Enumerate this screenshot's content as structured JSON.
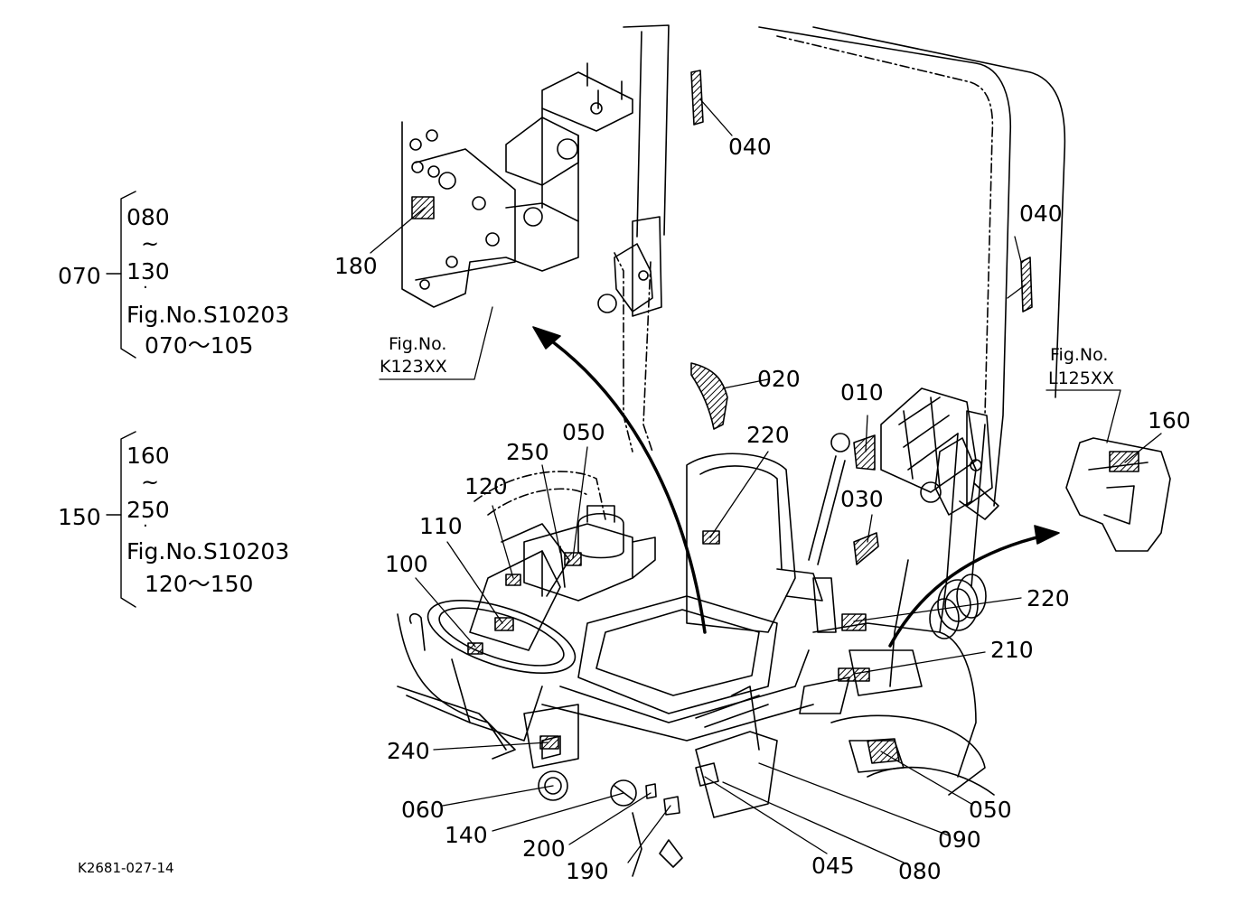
{
  "labels": {
    "l040a": "040",
    "l040b": "040",
    "l180": "180",
    "l020": "020",
    "l010": "010",
    "l160r": "160",
    "l220a": "220",
    "l050a": "050",
    "l250": "250",
    "l120": "120",
    "l110": "110",
    "l100": "100",
    "l030": "030",
    "l220b": "220",
    "l210": "210",
    "l240": "240",
    "l060": "060",
    "l140": "140",
    "l200": "200",
    "l190": "190",
    "l045": "045",
    "l080": "080",
    "l090": "090",
    "l050b": "050"
  },
  "figrefs": {
    "fig_label_k": "Fig.No.",
    "fig_k": "K123XX",
    "fig_label_l": "Fig.No.",
    "fig_l": "L125XX"
  },
  "groups": {
    "g070": {
      "parent": "070",
      "start": "080",
      "tilde": "~",
      "end": "130",
      "dot": "·",
      "fig": "Fig.No.S10203",
      "range": "070～105"
    },
    "g150": {
      "parent": "150",
      "start": "160",
      "tilde": "~",
      "end": "250",
      "dot": "·",
      "fig": "Fig.No.S10203",
      "range": "120～150"
    }
  },
  "drawing_code": "K2681-027-14"
}
